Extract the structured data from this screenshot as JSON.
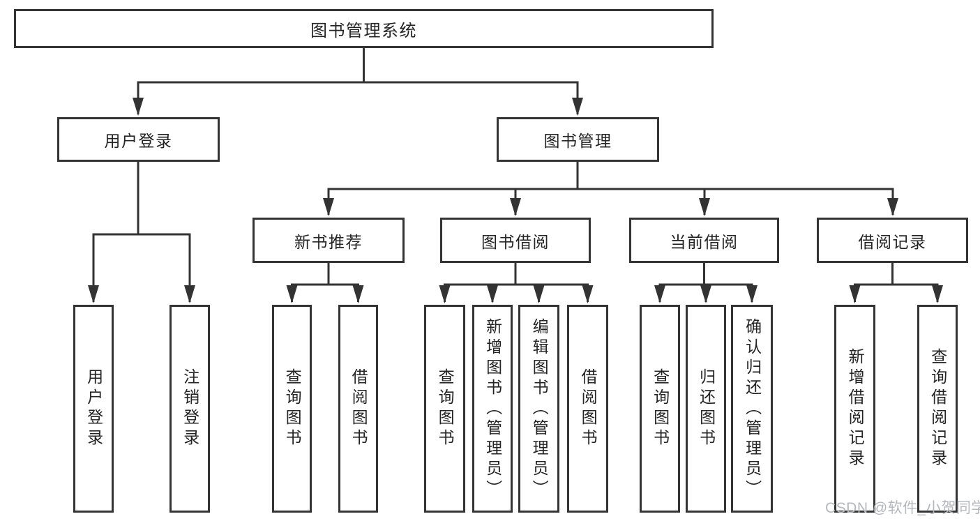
{
  "diagram": {
    "root": {
      "label": "图书管理系统"
    },
    "branches": [
      {
        "label": "用户登录",
        "children": [
          {
            "label": "用户登录"
          },
          {
            "label": "注销登录"
          }
        ]
      },
      {
        "label": "图书管理",
        "groups": [
          {
            "label": "新书推荐",
            "children": [
              {
                "label": "查询图书"
              },
              {
                "label": "借阅图书"
              }
            ]
          },
          {
            "label": "图书借阅",
            "children": [
              {
                "label": "查询图书"
              },
              {
                "label": "新增图书（管理员）"
              },
              {
                "label": "编辑图书（管理员）"
              },
              {
                "label": "借阅图书"
              }
            ]
          },
          {
            "label": "当前借阅",
            "children": [
              {
                "label": "查询图书"
              },
              {
                "label": "归还图书"
              },
              {
                "label": "确认归还（管理员）"
              }
            ]
          },
          {
            "label": "借阅记录",
            "children": [
              {
                "label": "新增借阅记录"
              },
              {
                "label": "查询借阅记录"
              }
            ]
          }
        ]
      }
    ]
  },
  "watermark": {
    "text": "CSDN @软件_小贺同学"
  },
  "colors": {
    "line": "#333333",
    "border": "#343434",
    "text": "#242424",
    "background": "#ffffff",
    "watermark": "#b4b8bd"
  }
}
